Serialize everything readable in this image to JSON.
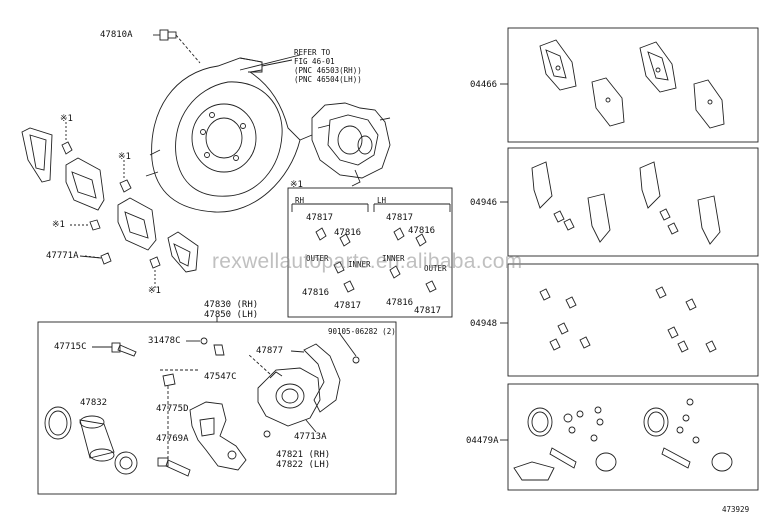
{
  "labels": {
    "p47810A": "47810A",
    "refer": "REFER TO\nFIG 46-01\n(PNC 46503(RH))\n(PNC 46504(LH))",
    "star1a": "※1",
    "star1b": "※1",
    "star1c": "※1",
    "star1d": "※1",
    "p47771A": "47771A",
    "p47830": "47830 (RH)",
    "p47850": "47850 (LH)",
    "p47715C": "47715C",
    "p31478C": "31478C",
    "p47547C": "47547C",
    "p47877": "47877",
    "p90105": "90105-06282 (2)",
    "p47832": "47832",
    "p47775D": "47775D",
    "p47769A": "47769A",
    "p47713A": "47713A",
    "p47821": "47821 (RH)",
    "p47822": "47822 (LH)",
    "p04466": "04466",
    "p04946": "04946",
    "p04948": "04948",
    "p04479A": "04479A",
    "fig_id": "473929"
  },
  "shim_box": {
    "star": "※1",
    "rh": "RH",
    "lh": "LH",
    "rh_47817_top": "47817",
    "rh_47816_top": "47816",
    "rh_outer": "OUTER",
    "rh_inner": "INNER",
    "rh_47816_bot": "47816",
    "rh_47817_bot": "47817",
    "lh_47817_top": "47817",
    "lh_47816_top": "47816",
    "lh_inner": "INNER",
    "lh_outer": "OUTER",
    "lh_47816_bot": "47816",
    "lh_47817_bot": "47817"
  },
  "watermark": "rexwellautoparts.en.alibaba.com",
  "colors": {
    "line": "#222222",
    "watermark": "#8c8c8c"
  }
}
